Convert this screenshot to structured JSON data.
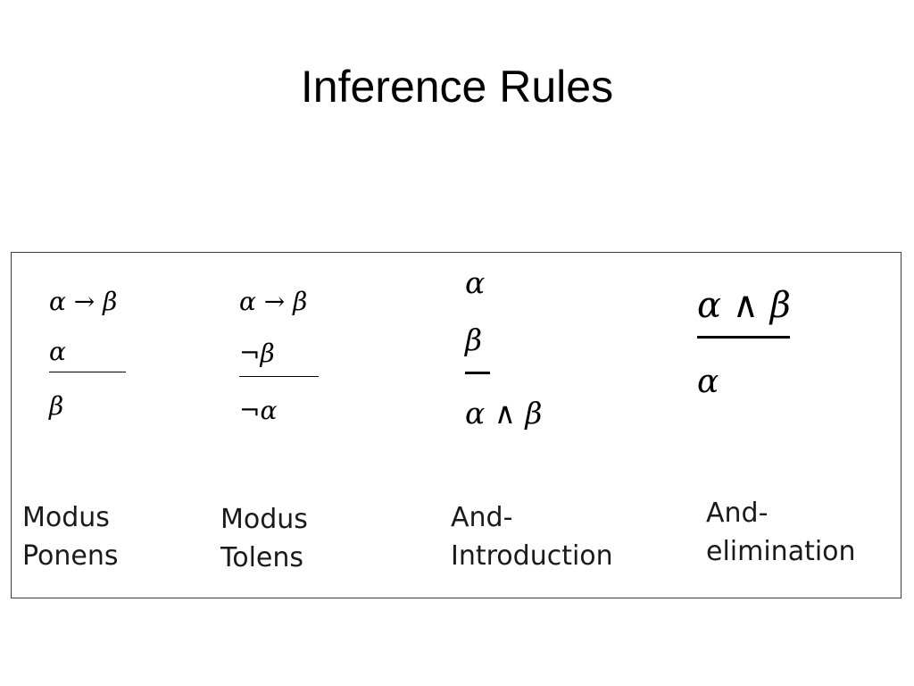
{
  "slide": {
    "title": "Inference Rules"
  },
  "rules": [
    {
      "premises": [
        "α → β",
        "α"
      ],
      "conclusion": "β",
      "label_lines": [
        "Modus",
        "Ponens"
      ]
    },
    {
      "premises": [
        "α → β",
        "¬β"
      ],
      "conclusion": "¬α",
      "label_lines": [
        "Modus",
        "Tolens"
      ]
    },
    {
      "premises": [
        "α",
        "β"
      ],
      "conclusion": "α ∧ β",
      "label_lines": [
        "And-",
        "Introduction"
      ]
    },
    {
      "premises": [
        "α ∧ β"
      ],
      "conclusion": "α",
      "label_lines": [
        "And-",
        "elimination"
      ]
    }
  ]
}
